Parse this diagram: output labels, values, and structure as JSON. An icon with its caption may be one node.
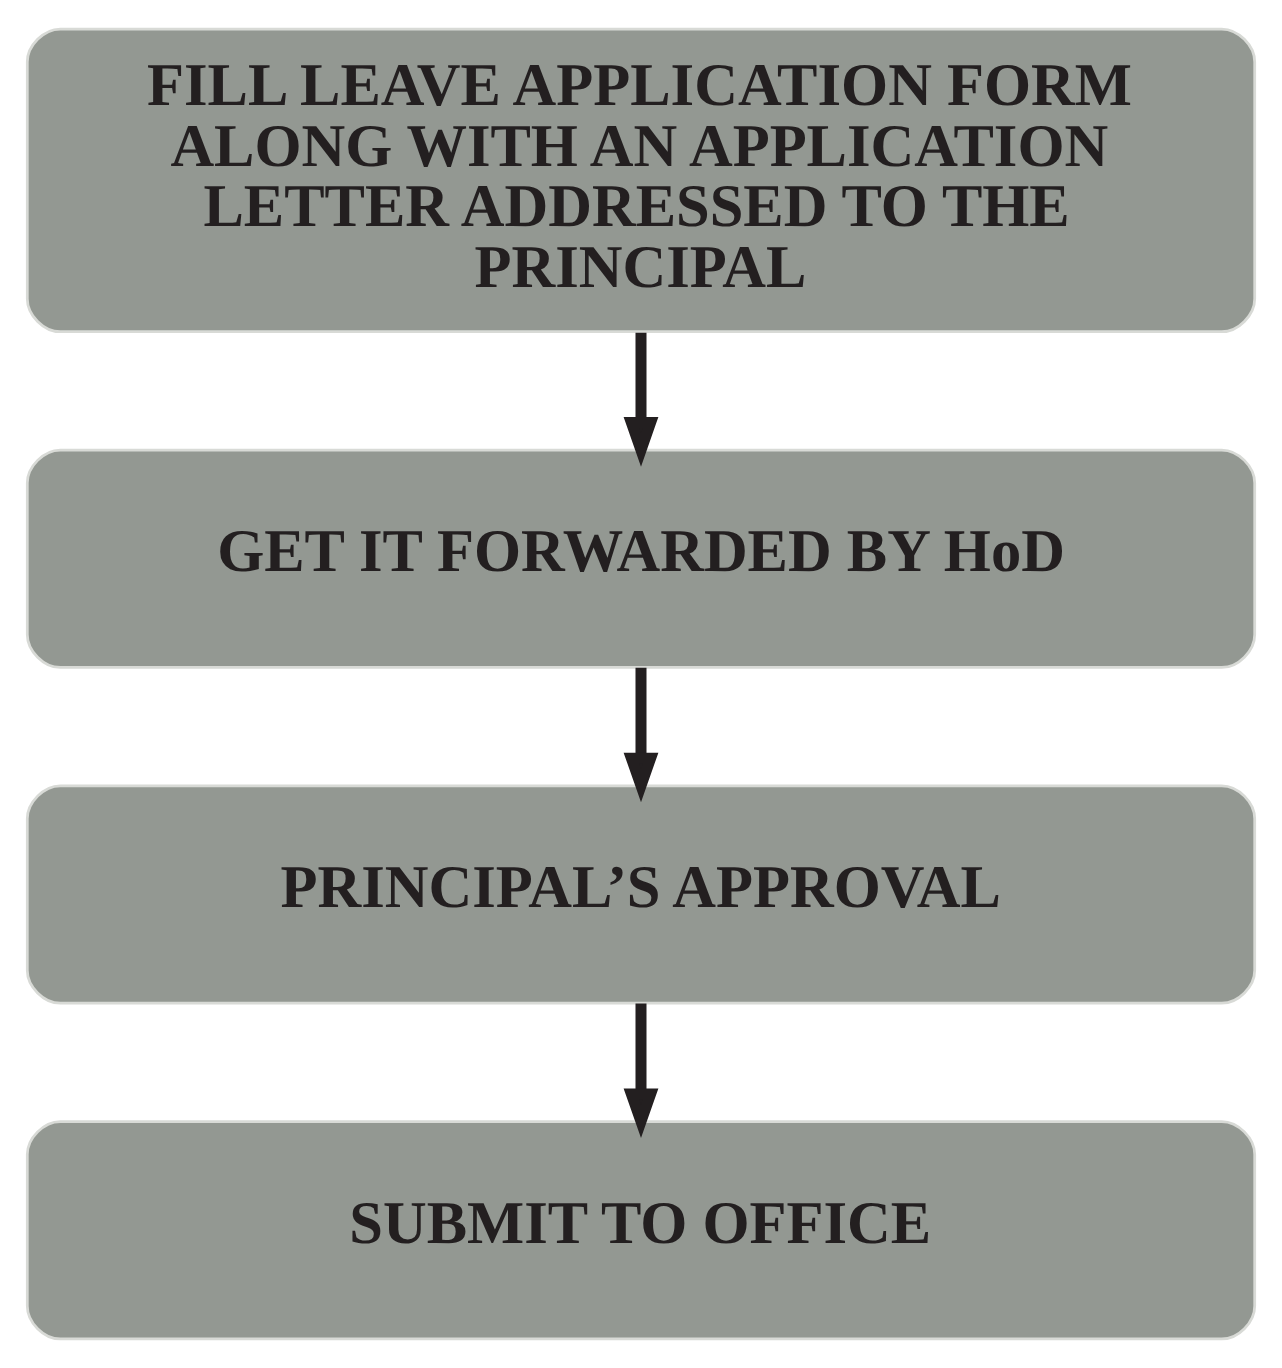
{
  "diagram": {
    "nodes": [
      {
        "text": [
          "FILL LEAVE APPLICATION FORM ALONG WITH AN APPLICATION LETTER ADDRESSED TO THE PRINCIPAL"
        ]
      },
      {
        "text": [
          "GET IT FORWARDED BY HoD"
        ]
      },
      {
        "text": [
          "PRINCIPAL’S APPROVAL"
        ]
      },
      {
        "text": [
          "SUBMIT TO OFFICE"
        ]
      }
    ],
    "edges": [
      {
        "from": 0,
        "to": 1,
        "arrow": "to"
      },
      {
        "from": 1,
        "to": 2,
        "arrow": "to"
      },
      {
        "from": 2,
        "to": 3,
        "arrow": "to"
      }
    ]
  }
}
